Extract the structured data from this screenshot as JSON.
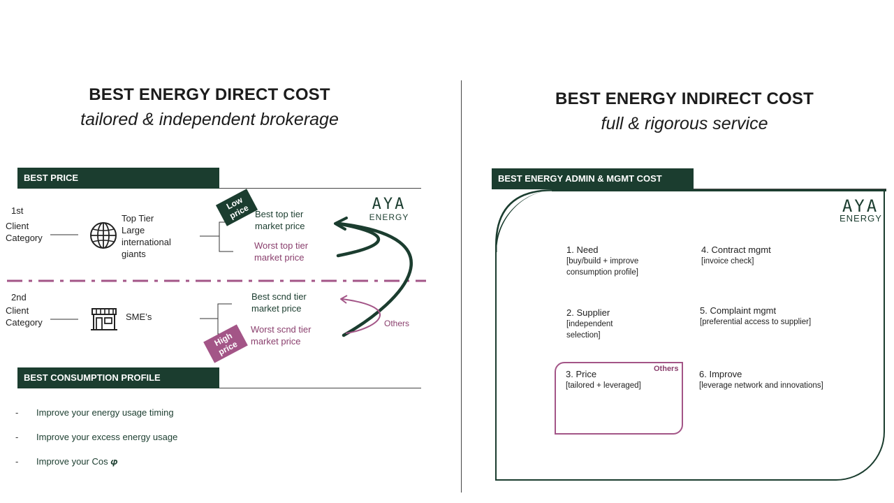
{
  "left": {
    "title": "BEST ENERGY DIRECT COST",
    "subtitle": "tailored & independent brokerage",
    "best_price_label": "BEST PRICE",
    "logo": {
      "main": "AYA",
      "sub": "ENERGY"
    },
    "category1": {
      "rank": "1st",
      "label_line1": "Client",
      "label_line2": "Category",
      "desc_lines": [
        "Top Tier",
        "Large",
        "international",
        "giants"
      ],
      "best": [
        "Best top tier",
        "market price"
      ],
      "worst": [
        "Worst top tier",
        "market price"
      ]
    },
    "category2": {
      "rank": "2nd",
      "label_line1": "Client",
      "label_line2": "Category",
      "desc": "SME’s",
      "best": [
        "Best scnd tier",
        "market price"
      ],
      "worst": [
        "Worst scnd tier",
        "market price"
      ]
    },
    "low_price_tag": [
      "Low",
      "price"
    ],
    "high_price_tag": [
      "High",
      "price"
    ],
    "others_label": "Others",
    "consumption_label": "BEST CONSUMPTION PROFILE",
    "bullets": [
      {
        "dash": "-",
        "text": "Improve your energy usage timing"
      },
      {
        "dash": "-",
        "text": "Improve your excess energy usage"
      },
      {
        "dash": "-",
        "text": "Improve your Cos 𝝋"
      }
    ]
  },
  "right": {
    "title": "BEST ENERGY INDIRECT COST",
    "subtitle": "full & rigorous service",
    "admin_label": "BEST ENERGY ADMIN & MGMT COST",
    "logo": {
      "main": "AYA",
      "sub": "ENERGY"
    },
    "items": [
      {
        "title": "1. Need",
        "detail": [
          "[buy/build + improve",
          "consumption profile]"
        ]
      },
      {
        "title": "2. Supplier",
        "detail": [
          "[independent",
          "selection]"
        ]
      },
      {
        "title": "3. Price",
        "detail": [
          "[tailored + leveraged]"
        ]
      },
      {
        "title": "4. Contract mgmt",
        "detail": [
          "[invoice check]"
        ]
      },
      {
        "title": "5. Complaint mgmt",
        "detail": [
          "[preferential access to supplier]"
        ]
      },
      {
        "title": "6. Improve",
        "detail": [
          "[leverage network  and innovations]"
        ]
      }
    ],
    "others_label": "Others"
  },
  "colors": {
    "dark_green": "#1b3d2f",
    "plum": "#8a3f6d",
    "tag_plum": "#a35587"
  }
}
